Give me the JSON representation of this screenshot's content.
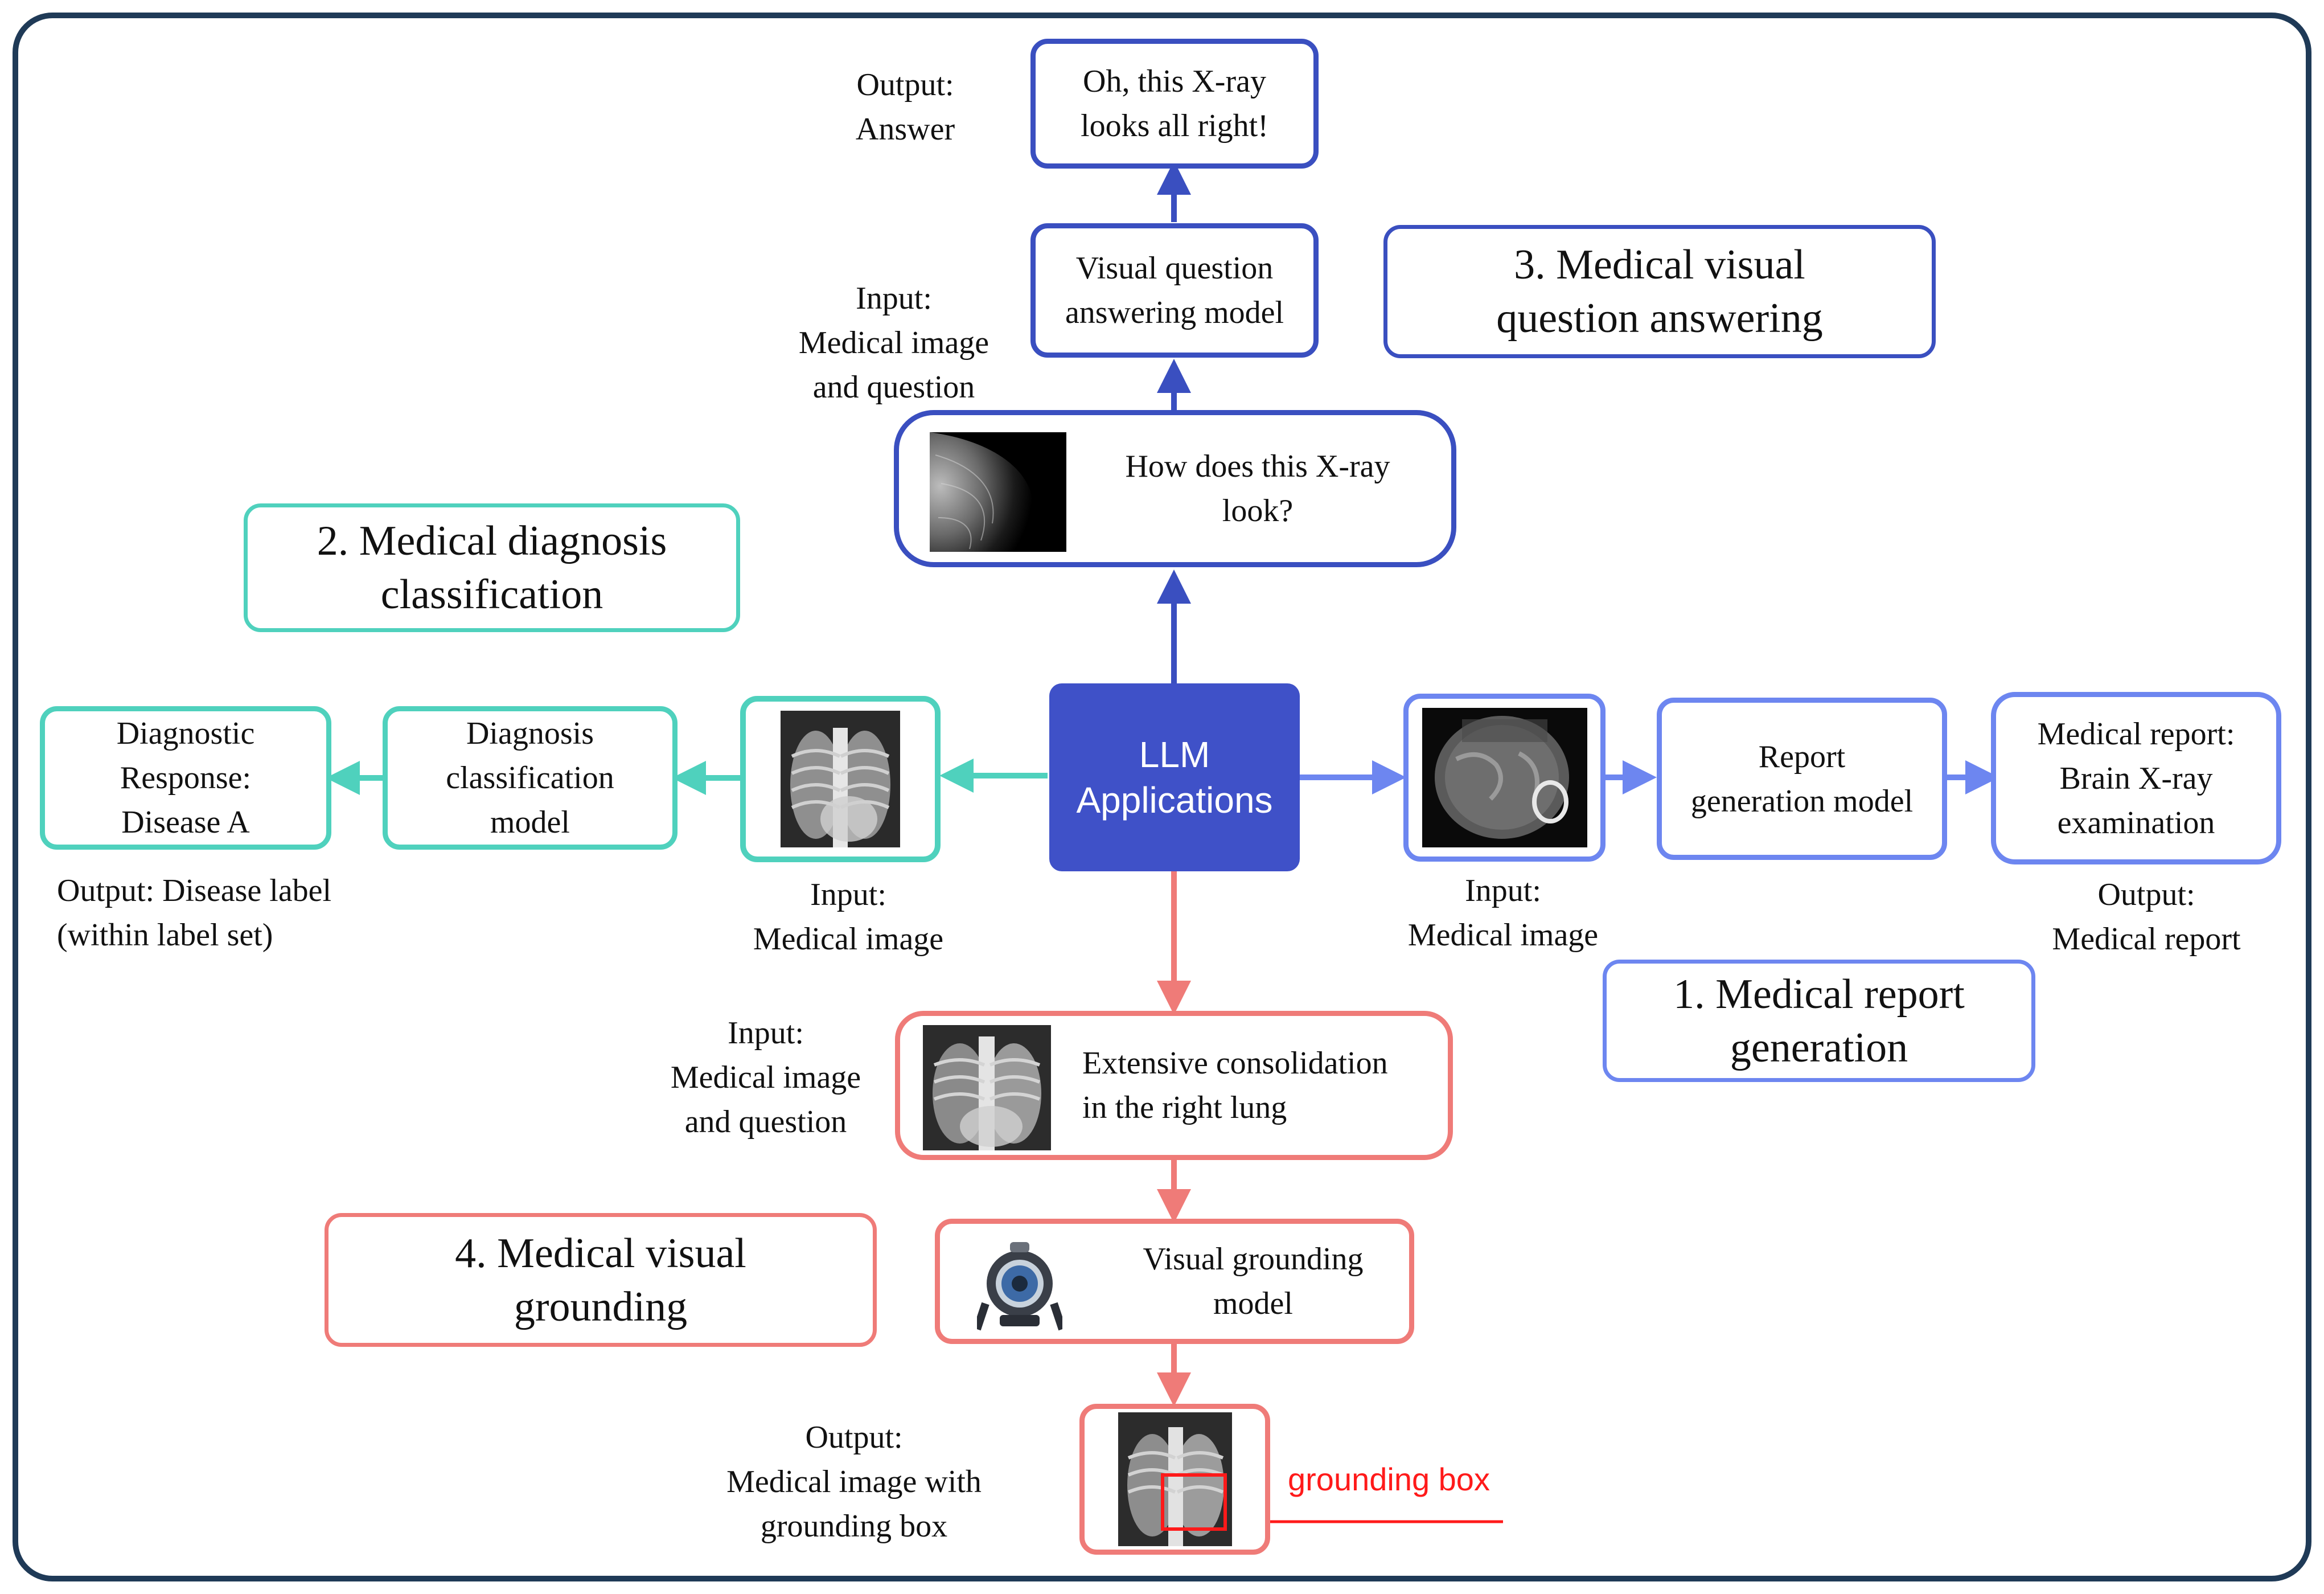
{
  "center": {
    "label": "LLM\nApplications"
  },
  "report_generation": {
    "title": "1. Medical report\ngeneration",
    "model": "Report\ngeneration model",
    "output_box": "Medical report:\nBrain X-ray\nexamination",
    "input_caption": "Input:\nMedical image",
    "output_caption": "Output:\nMedical report"
  },
  "diagnosis_classification": {
    "title": "2. Medical diagnosis\nclassification",
    "model": "Diagnosis\nclassification\nmodel",
    "output_box": "Diagnostic\nResponse:\nDisease A",
    "input_caption": "Input:\nMedical image",
    "output_caption": "Output: Disease label\n(within label set)"
  },
  "visual_qa": {
    "title": "3. Medical visual\nquestion answering",
    "question": "How does this X-ray\nlook?",
    "model": "Visual question\nanswering model",
    "answer": "Oh, this X-ray\nlooks all right!",
    "input_caption": "Input:\nMedical image\nand question",
    "output_caption": "Output:\nAnswer"
  },
  "visual_grounding": {
    "title": "4. Medical visual\ngrounding",
    "query": "Extensive consolidation\nin the right lung",
    "model": "Visual grounding\nmodel",
    "input_caption": "Input:\nMedical image\nand question",
    "output_caption": "Output:\nMedical image with\ngrounding box",
    "box_label": "grounding box"
  },
  "colors": {
    "frame": "#1f3a57",
    "center_fill": "#3f51c8",
    "report": "#6d86f0",
    "diagnosis": "#4fd1bd",
    "vqa": "#3a4fc0",
    "grounding": "#ef7b78",
    "grounding_box": "#ff1a1a"
  }
}
